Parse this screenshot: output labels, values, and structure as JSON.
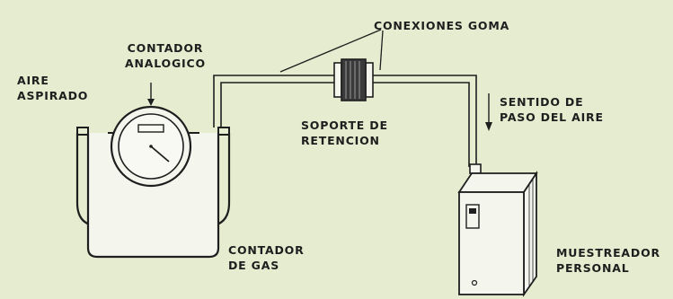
{
  "labels": {
    "aire_aspirado": [
      "AIRE",
      "ASPIRADO"
    ],
    "contador_analogico": [
      "CONTADOR",
      "ANALOGICO"
    ],
    "conexiones_goma": "CONEXIONES GOMA",
    "sentido_paso": [
      "SENTIDO DE",
      "PASO DEL AIRE"
    ],
    "soporte_retencion": [
      "SOPORTE DE",
      "RETENCION"
    ],
    "contador_gas": [
      "CONTADOR",
      "DE GAS"
    ],
    "muestreador_personal": [
      "MUESTREADOR",
      "PERSONAL"
    ]
  },
  "colors": {
    "background": "#e6ecd0",
    "ink": "#1e1e1e",
    "panel": "#f4f6ee"
  }
}
